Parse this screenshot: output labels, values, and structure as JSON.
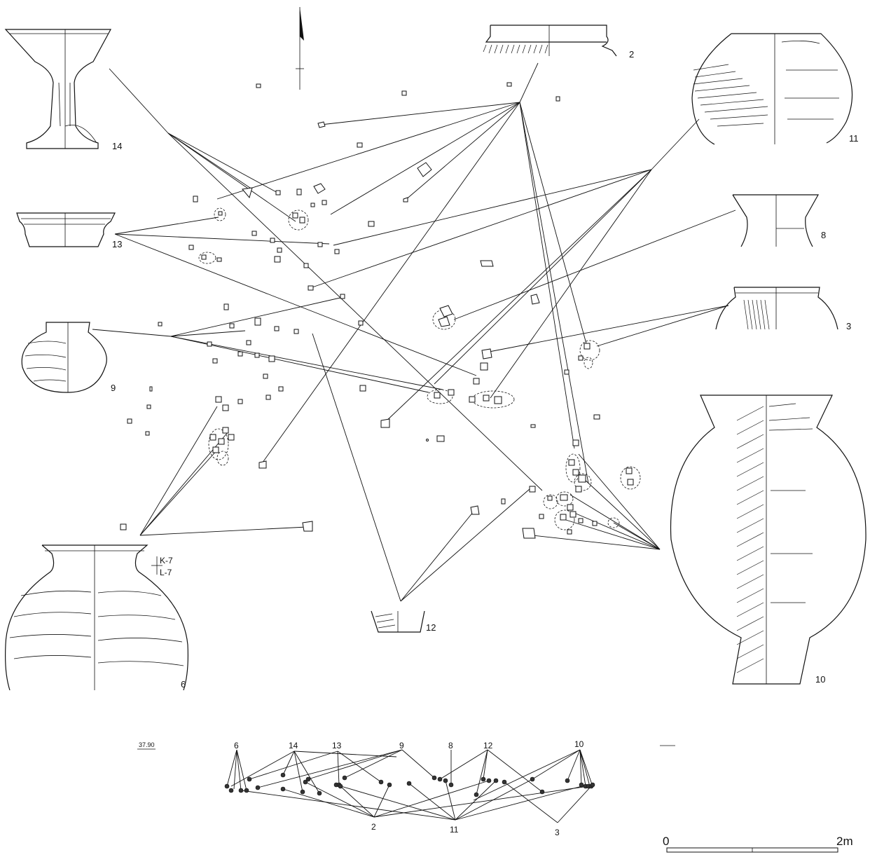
{
  "vessel_labels": {
    "v2": "2",
    "v3": "3",
    "v6": "6",
    "v8": "8",
    "v9": "9",
    "v10": "10",
    "v11": "11",
    "v12": "12",
    "v13": "13",
    "v14": "14"
  },
  "grid_labels": {
    "k7": "K-7",
    "l7": "L-7"
  },
  "elevation_label": "37.90",
  "section_labels": {
    "top": [
      "6",
      "14",
      "13",
      "9",
      "8",
      "12",
      "10"
    ],
    "bottom": [
      "2",
      "11",
      "3"
    ]
  },
  "scale_bar": {
    "start": "0",
    "end": "2m"
  }
}
